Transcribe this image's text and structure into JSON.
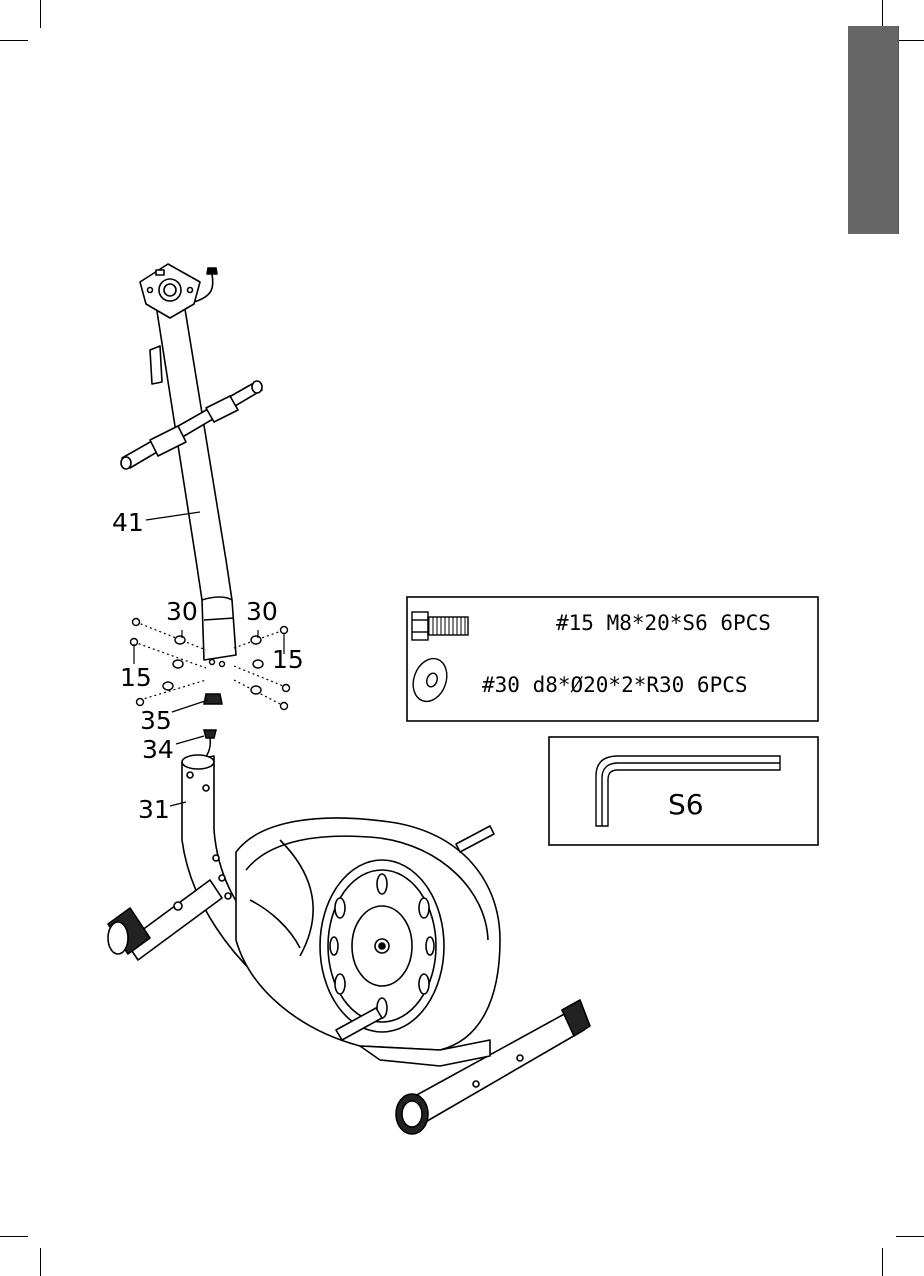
{
  "hardware_box": {
    "bolt_line": "#15 M8*20*S6 6PCS",
    "washer_line": "#30 d8*Ø20*2*R30 6PCS"
  },
  "tool_box": {
    "tool_label": "S6"
  },
  "part_labels": {
    "p41": "41",
    "p30_left": "30",
    "p30_right": "30",
    "p15_left": "15",
    "p15_right": "15",
    "p35": "35",
    "p34": "34",
    "p31": "31"
  },
  "icons": {
    "bolt": "bolt-icon",
    "washer": "washer-icon",
    "hex_key": "hex-key-icon"
  }
}
